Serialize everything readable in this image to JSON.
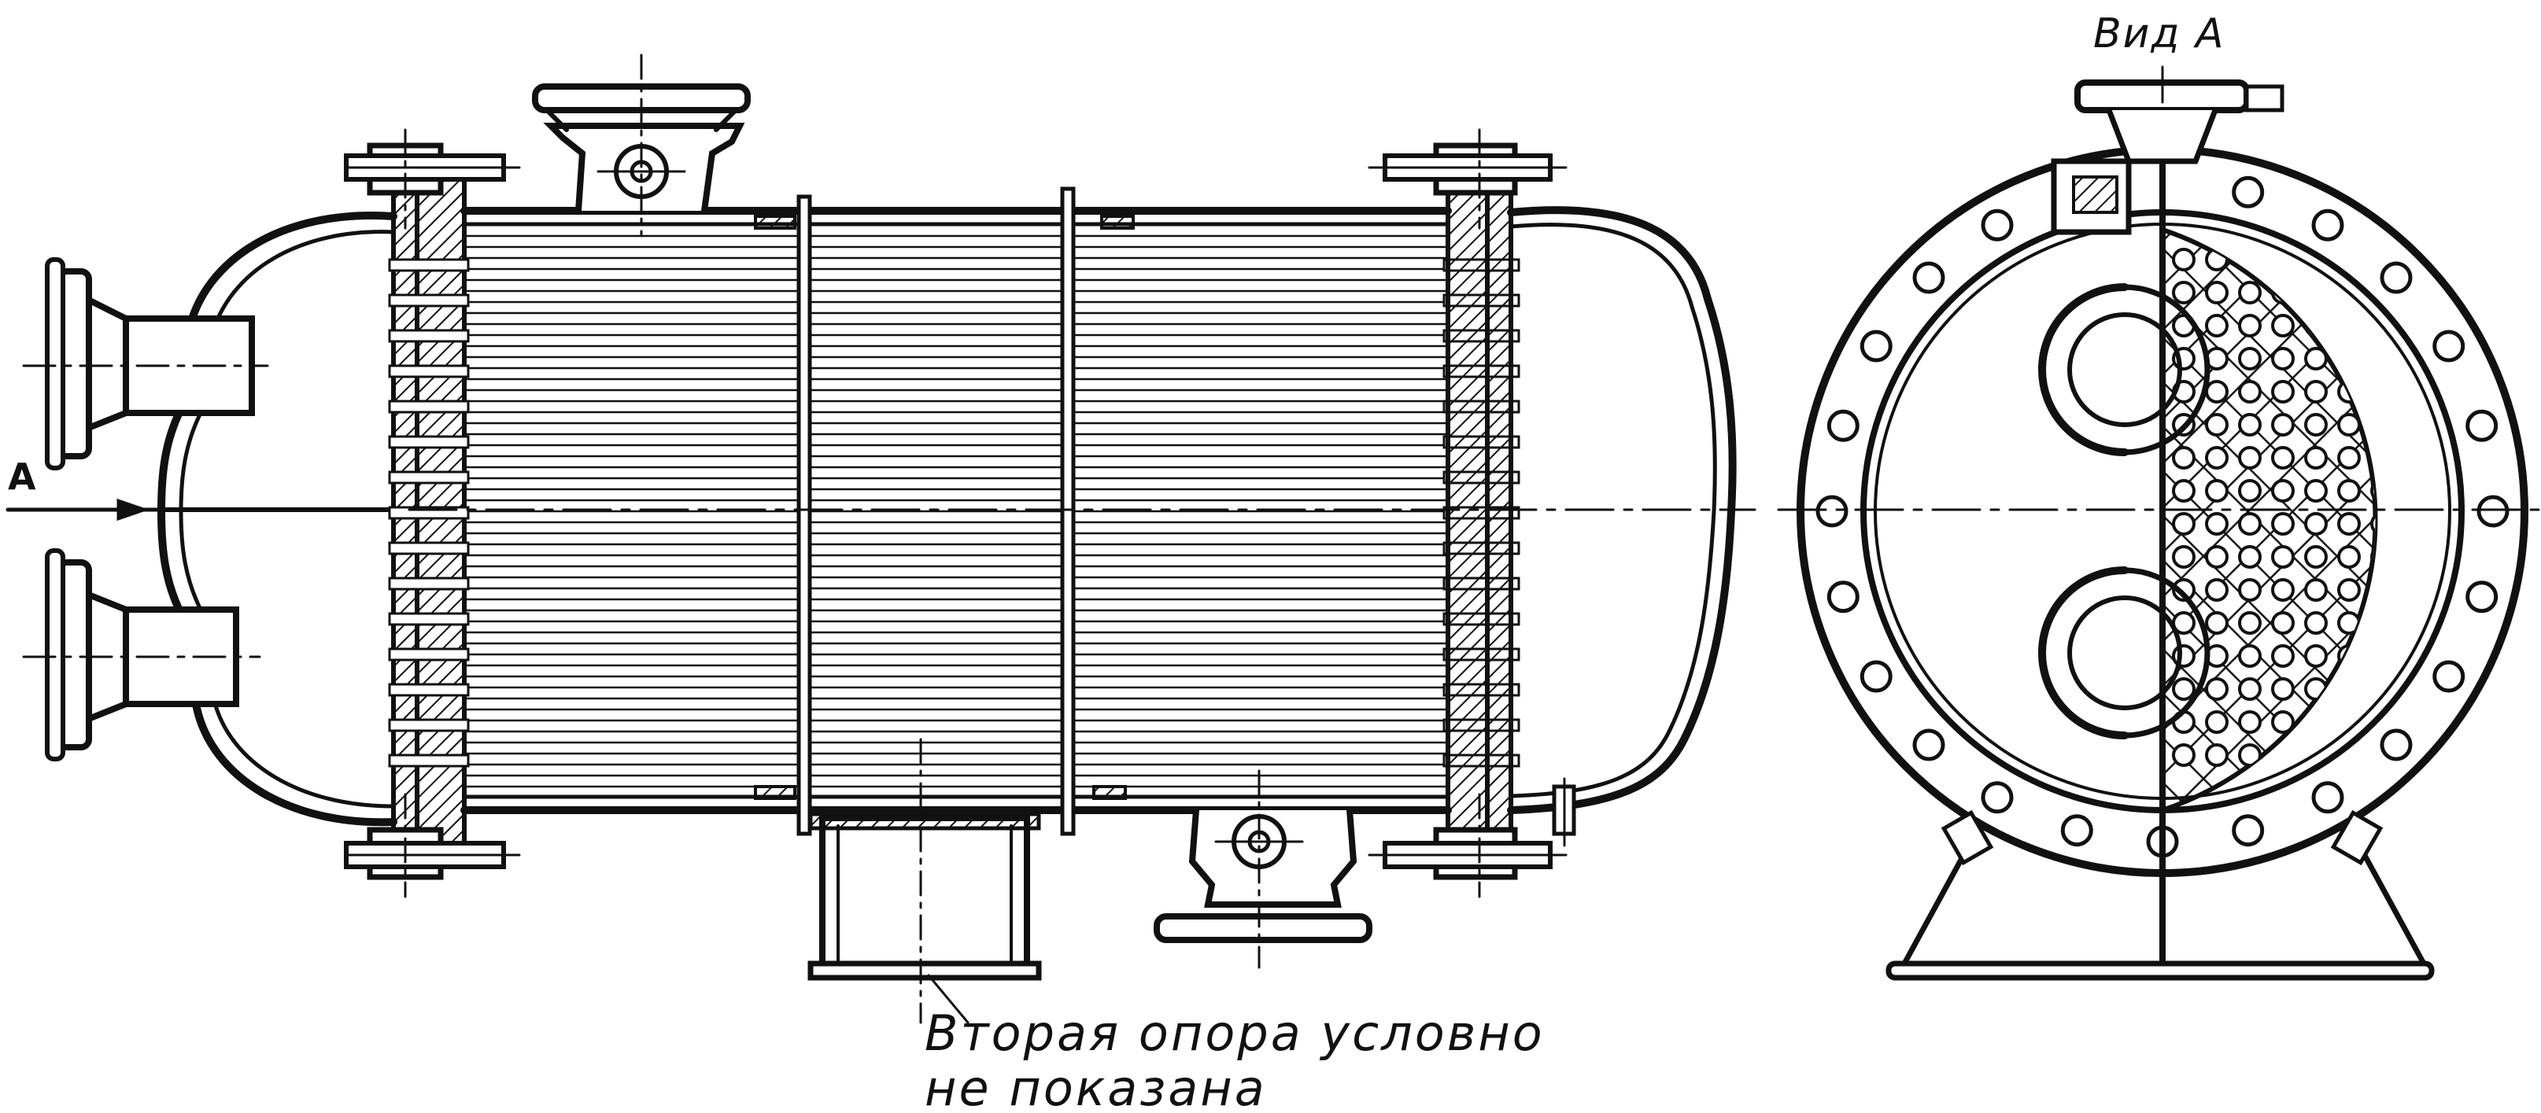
{
  "labels": {
    "view_title": "Вид А",
    "view_arrow": "А",
    "note_line1": "Вторая опора  условно",
    "note_line2": "не показана"
  }
}
